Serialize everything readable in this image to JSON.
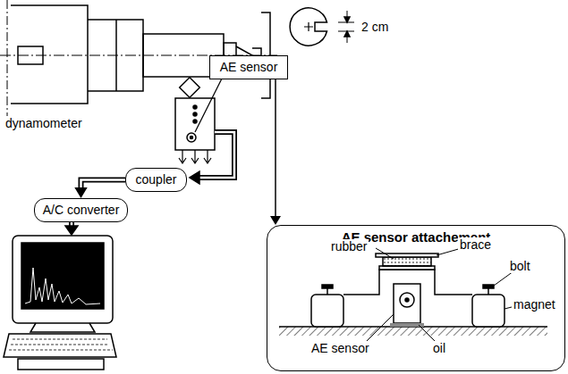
{
  "diagram": {
    "nodes": [
      {
        "text": [
          "AE sensor"
        ]
      },
      {
        "text": [
          "coupler"
        ]
      },
      {
        "text": [
          "A/C converter"
        ]
      },
      {
        "text": [
          "AE sensor attachement"
        ]
      }
    ],
    "edges": [
      {
        "from": 0,
        "to": 3,
        "arrow": "to"
      },
      {
        "from": 1,
        "to": 2,
        "arrow": "to"
      }
    ],
    "labels": [
      "2 cm",
      "dynamometer",
      "rubber",
      "brace",
      "bolt",
      "magnet",
      "oil",
      "AE sensor"
    ]
  }
}
